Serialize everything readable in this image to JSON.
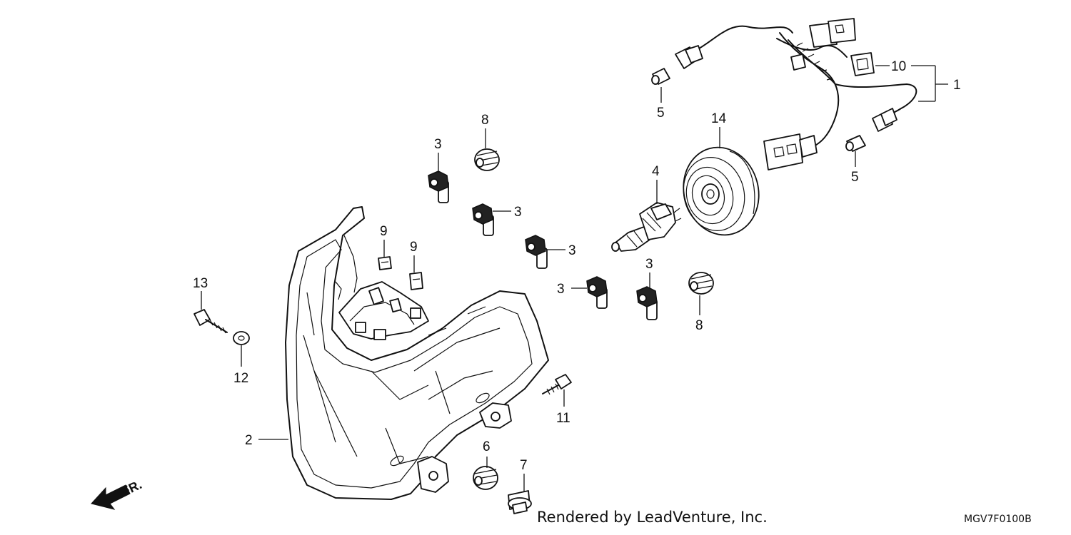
{
  "diagram": {
    "callouts": {
      "c1": "1",
      "c2": "2",
      "c3a": "3",
      "c3b": "3",
      "c3c": "3",
      "c3d": "3",
      "c3e": "3",
      "c4": "4",
      "c5a": "5",
      "c5b": "5",
      "c6": "6",
      "c7": "7",
      "c8a": "8",
      "c8b": "8",
      "c9a": "9",
      "c9b": "9",
      "c10": "10",
      "c11": "11",
      "c12": "12",
      "c13": "13",
      "c14": "14"
    },
    "direction_label": "FR.",
    "credit": "Rendered by LeadVenture, Inc.",
    "drawing_code": "MGV7F0100B"
  }
}
